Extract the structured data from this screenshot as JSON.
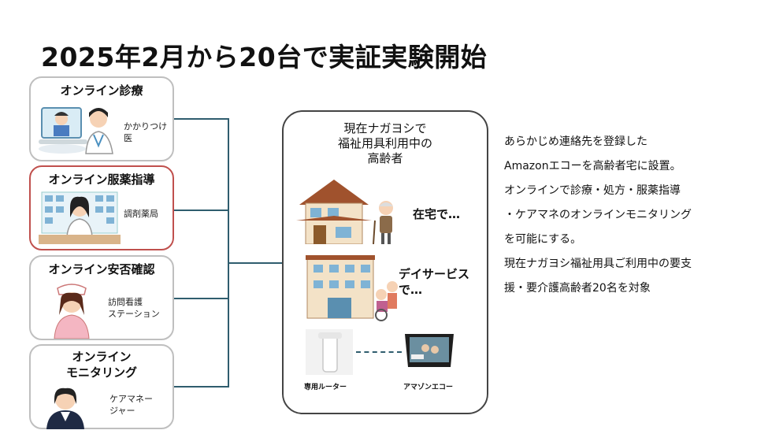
{
  "title": "2025年2月から20台で実証実験開始",
  "cards": [
    {
      "title_lines": [
        "オンライン診療"
      ],
      "role_lines": [
        "かかりつけ",
        "医"
      ]
    },
    {
      "title_lines": [
        "オンライン服薬指導"
      ],
      "role_lines": [
        "調剤薬局"
      ]
    },
    {
      "title_lines": [
        "オンライン安否確認"
      ],
      "role_lines": [
        "訪問看護",
        "ステーション"
      ]
    },
    {
      "title_lines": [
        "オンライン",
        "モニタリング"
      ],
      "role_lines": [
        "ケアマネー",
        "ジャー"
      ]
    }
  ],
  "center": {
    "title_lines": [
      "現在ナガヨシで",
      "福祉用具利用中の",
      "高齢者"
    ],
    "home_label": "在宅で…",
    "dayservice_label_lines": [
      "デイサービス",
      "で…"
    ],
    "router_label": "専用ルーター",
    "echo_label": "アマゾンエコー"
  },
  "description_lines": [
    "あらかじめ連絡先を登録した",
    "Amazonエコーを高齢者宅に設置。",
    "オンラインで診療・処方・服薬指導",
    "・ケアマネのオンラインモニタリング",
    "を可能にする。",
    "現在ナガヨシ福祉用具ご利用中の要支",
    "援・要介護高齢者20名を対象"
  ],
  "colors": {
    "connector": "#2f5d6e",
    "active_border": "#c0504d",
    "card_border": "#bfbfbf"
  }
}
